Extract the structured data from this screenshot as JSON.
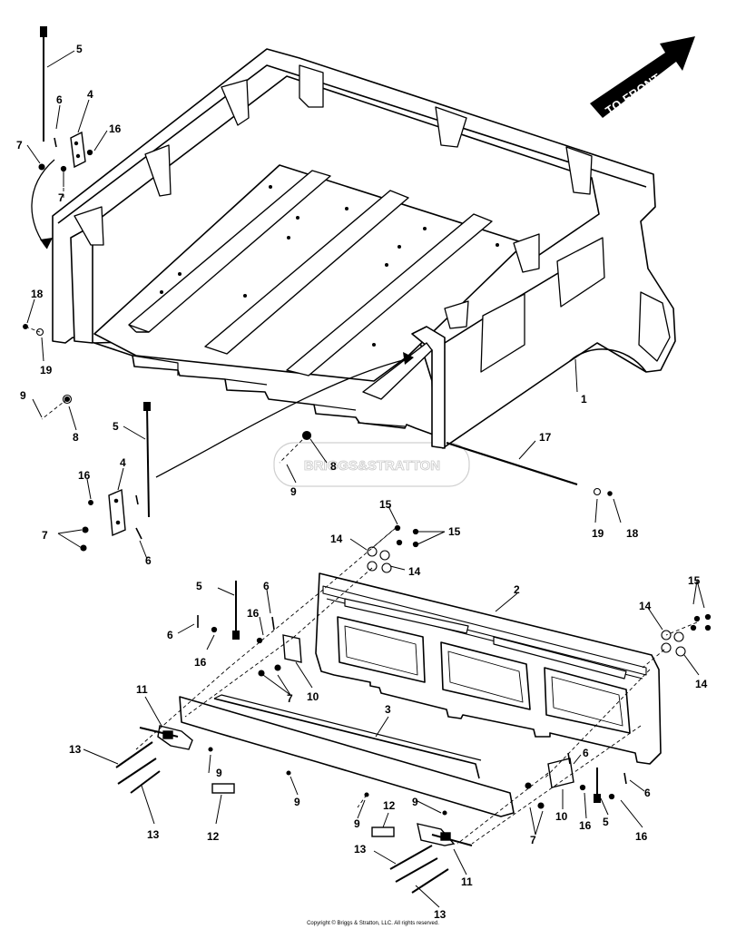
{
  "direction_arrow": {
    "text": "TO FRONT"
  },
  "watermark": {
    "text": "BRIGGS&STRATTON"
  },
  "copyright": "Copyright © Briggs & Stratton, LLC. All rights reserved.",
  "callouts": [
    "5",
    "6",
    "4",
    "16",
    "7",
    "7",
    "18",
    "19",
    "9",
    "8",
    "1",
    "5",
    "4",
    "16",
    "7",
    "6",
    "8",
    "9",
    "17",
    "19",
    "18",
    "15",
    "15",
    "14",
    "14",
    "2",
    "5",
    "6",
    "16",
    "6",
    "16",
    "10",
    "7",
    "15",
    "14",
    "14",
    "3",
    "11",
    "13",
    "13",
    "9",
    "9",
    "12",
    "12",
    "9",
    "9",
    "13",
    "13",
    "11",
    "6",
    "10",
    "16",
    "5",
    "16",
    "6",
    "7"
  ],
  "colors": {
    "line": "#000000",
    "fill": "#ffffff",
    "arrow": "#000000"
  }
}
